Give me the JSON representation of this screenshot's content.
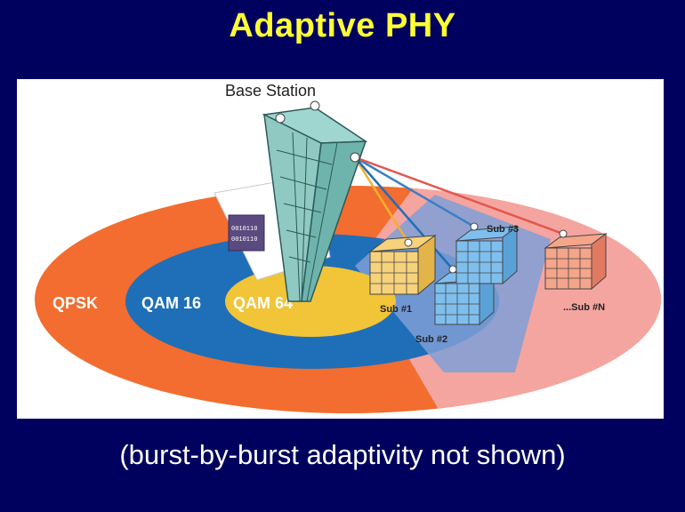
{
  "title": "Adaptive PHY",
  "caption": "(burst-by-burst adaptivity not shown)",
  "diagram": {
    "base_station_label": "Base Station",
    "zones": [
      {
        "label": "QPSK",
        "color": "#f26d2f"
      },
      {
        "label": "QAM 16",
        "color": "#1f6fb8"
      },
      {
        "label": "QAM 64",
        "color": "#f2c437"
      }
    ],
    "subscribers": [
      {
        "label": "Sub #1",
        "link_color": "#f2b02e"
      },
      {
        "label": "Sub #2",
        "link_color": "#1f6fb8"
      },
      {
        "label": "Sub #3",
        "link_color": "#3b7fc4"
      },
      {
        "label": "...Sub #N",
        "link_color": "#e2564e"
      }
    ],
    "chip_bits": [
      "0010110",
      "0010110"
    ],
    "colors": {
      "background": "#00005e",
      "title": "#ffff33",
      "tower": "#9fd6d0",
      "subscriber_box": "#7fbfee",
      "highlight_sector": "#f5a5a0"
    }
  }
}
